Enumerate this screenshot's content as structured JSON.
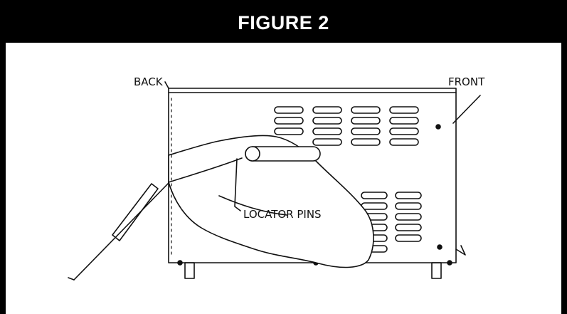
{
  "figure": {
    "title": "FIGURE 2",
    "labels": {
      "back": "BACK",
      "front": "FRONT",
      "locator_pins": "LOCATOR PINS"
    }
  },
  "colors": {
    "frame": "#000000",
    "header_text": "#ffffff",
    "panel": "#ffffff",
    "line": "#111111"
  }
}
